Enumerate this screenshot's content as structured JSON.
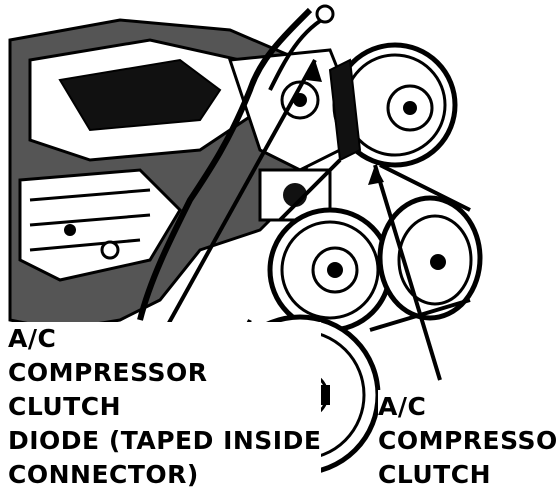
{
  "colors": {
    "ink": "#000000",
    "paper": "#ffffff",
    "engine_dark": "#111111",
    "engine_mid": "#555555"
  },
  "labels": {
    "diode": {
      "line1": "A/C",
      "line2": "COMPRESSOR",
      "line3": "CLUTCH",
      "line4": "DIODE (TAPED INSIDE",
      "line5": "CONNECTOR)"
    },
    "clutch": {
      "line1": "A/C",
      "line2": "COMPRESSOR",
      "line3": "CLUTCH"
    }
  }
}
